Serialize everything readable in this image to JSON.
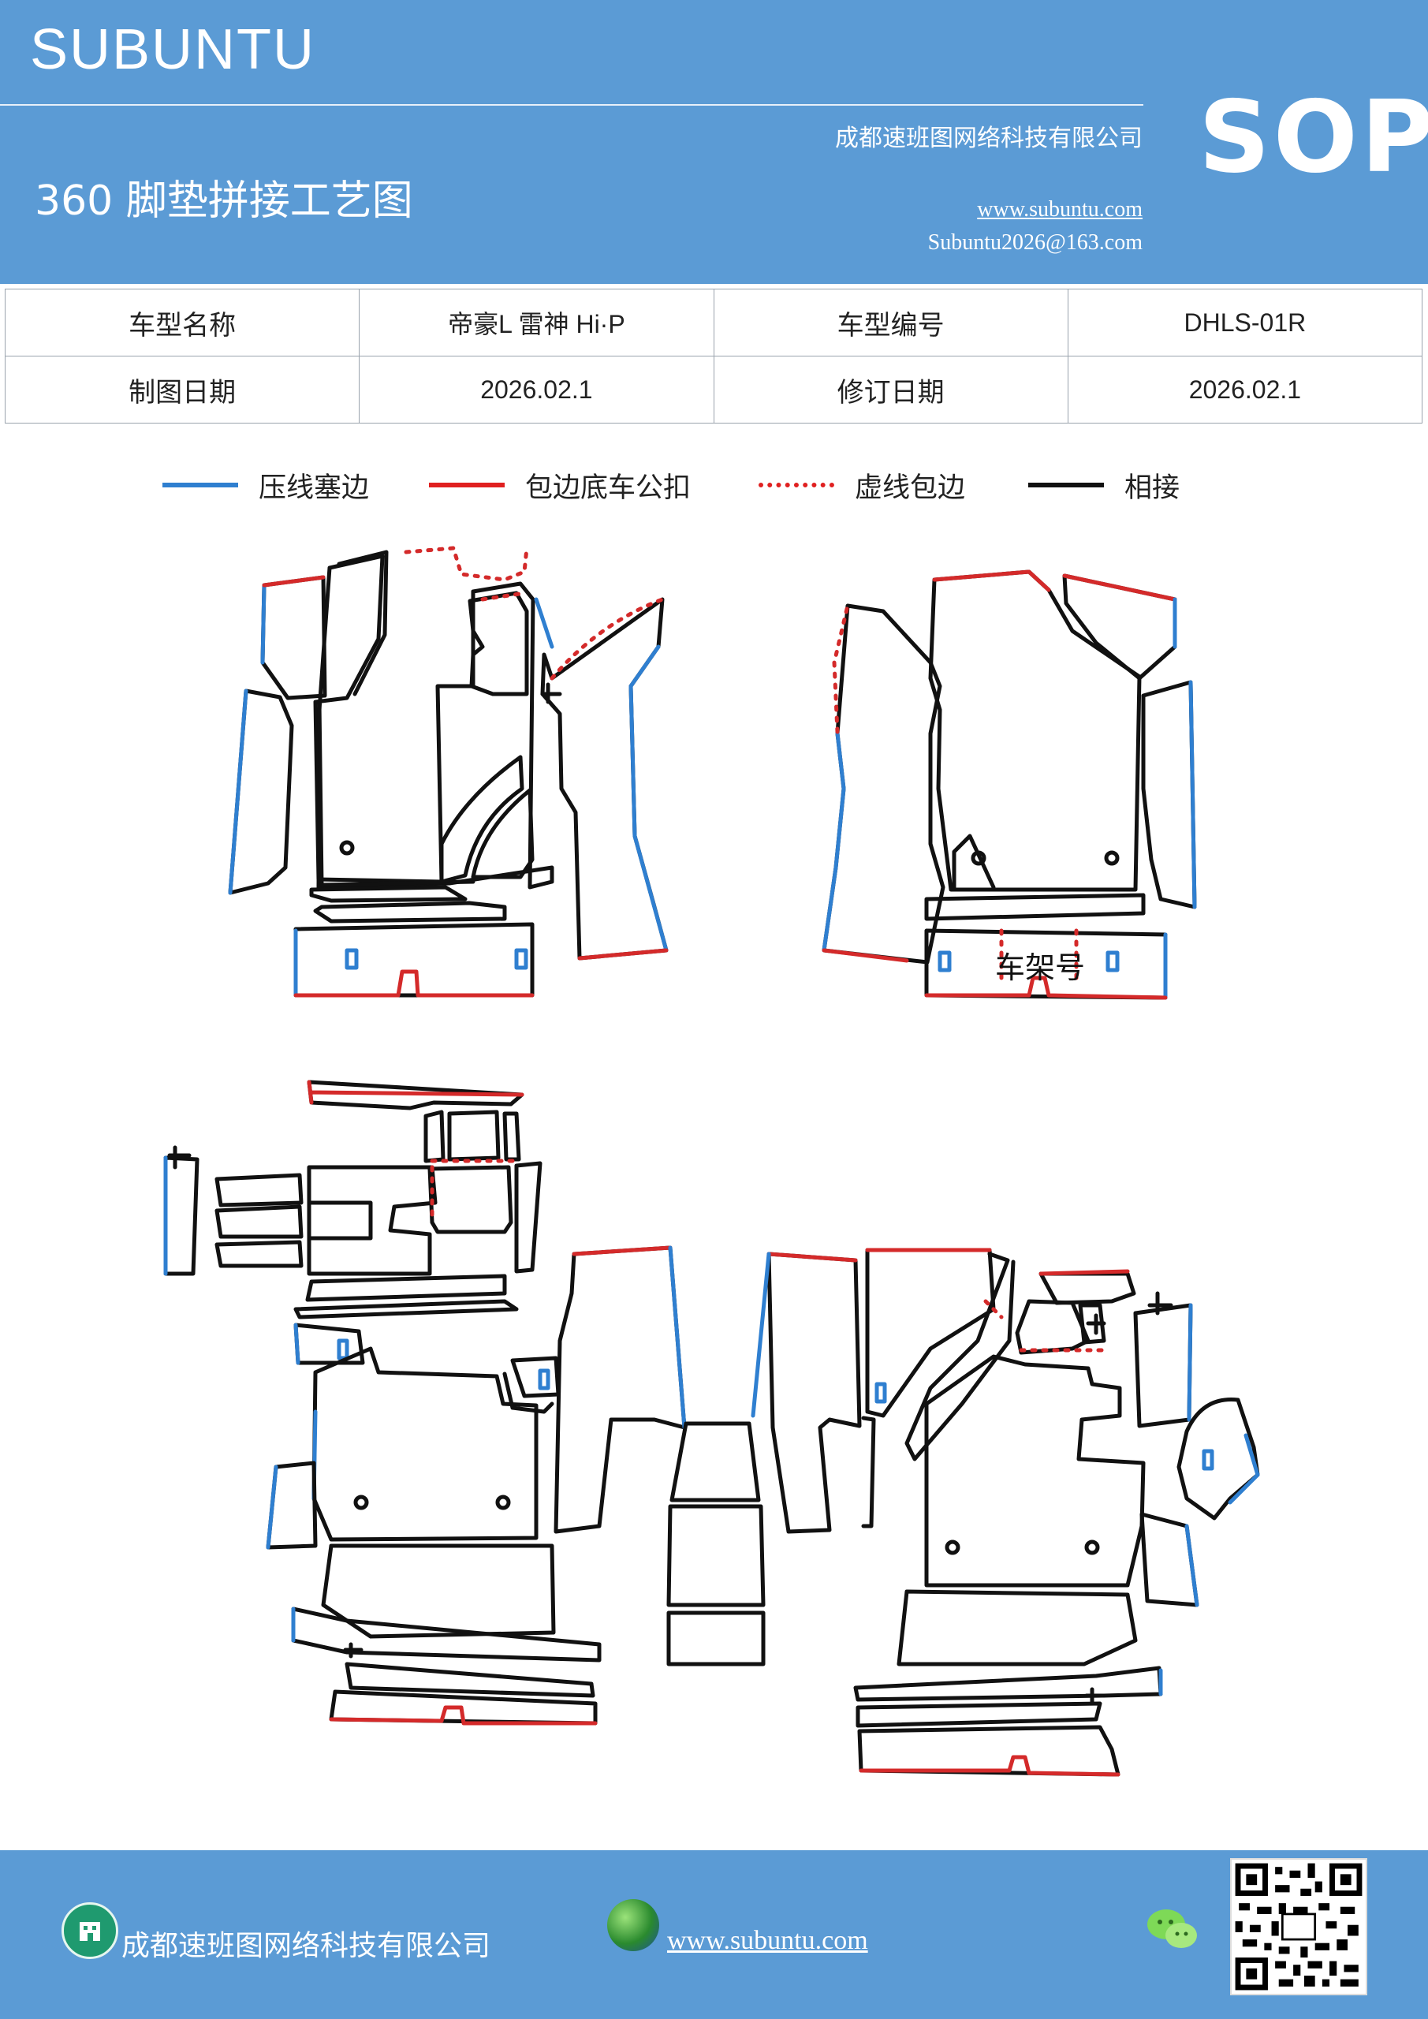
{
  "header": {
    "brand": "SUBUNTU",
    "company": "成都速班图网络科技有限公司",
    "title": "360 脚垫拼接工艺图",
    "website": "www.subuntu.com",
    "email": "Subuntu2026@163.com",
    "badge": "SOP",
    "background_color": "#5b9bd5"
  },
  "info_table": {
    "rows": [
      {
        "label1": "车型名称",
        "value1": "帝豪L  雷神 Hi·P",
        "label2": "车型编号",
        "value2": "DHLS-01R"
      },
      {
        "label1": "制图日期",
        "value1": "2026.02.1",
        "label2": "修订日期",
        "value2": "2026.02.1"
      }
    ]
  },
  "legend": [
    {
      "label": "压线塞边",
      "color": "#2f7fd0",
      "style": "solid"
    },
    {
      "label": "包边底车公扣",
      "color": "#e02020",
      "style": "solid"
    },
    {
      "label": "虚线包边",
      "color": "#e02020",
      "style": "dotted"
    },
    {
      "label": "相接",
      "color": "#111111",
      "style": "solid"
    }
  ],
  "diagram": {
    "frame_label": "车架号",
    "colors": {
      "press_edge": "#2f7fd0",
      "wrap_edge": "#d42a2a",
      "join": "#111111"
    }
  },
  "footer": {
    "company": "成都速班图网络科技有限公司",
    "website": "www.subuntu.com",
    "icons": [
      "company-icon",
      "globe-icon",
      "wechat-icon",
      "qr-code"
    ]
  }
}
